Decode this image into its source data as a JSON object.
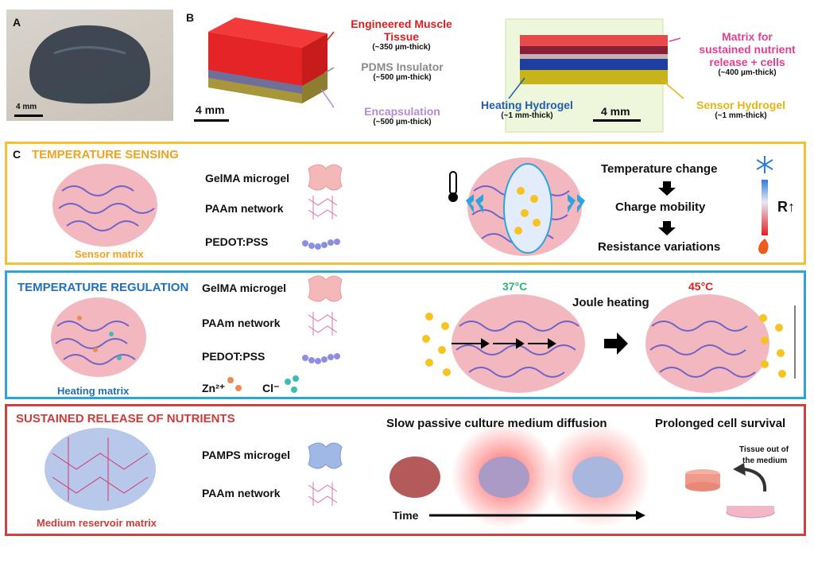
{
  "panel_a": {
    "letter": "A",
    "scale": "4 mm"
  },
  "panel_b": {
    "letter": "B",
    "left": {
      "muscle_title": "Engineered Muscle Tissue",
      "muscle_thick": "(~350 µm-thick)",
      "pdms_title": "PDMS Insulator",
      "pdms_thick": "(~500 µm-thick)",
      "encap_title": "Encapsulation",
      "encap_thick": "(~500 µm-thick)",
      "scale": "4 mm"
    },
    "right": {
      "matrix_title_1": "Matrix for",
      "matrix_title_2": "sustained nutrient",
      "matrix_title_3": "release + cells",
      "matrix_thick": "(~400 µm-thick)",
      "heating_title": "Heating Hydrogel",
      "heating_thick": "(~1 mm-thick)",
      "sensor_title": "Sensor Hydrogel",
      "sensor_thick": "(~1 mm-thick)",
      "scale": "4 mm"
    }
  },
  "panel_c": {
    "letter": "C",
    "sensing": {
      "title": "TEMPERATURE SENSING",
      "matrix_label": "Sensor matrix",
      "legend": [
        "GelMA microgel",
        "PAAm network",
        "PEDOT:PSS"
      ],
      "flow": [
        "Temperature change",
        "Charge mobility",
        "Resistance variations"
      ],
      "r_label": "R↑"
    },
    "regulation": {
      "title": "TEMPERATURE REGULATION",
      "matrix_label": "Heating matrix",
      "legend": [
        "GelMA microgel",
        "PAAm network",
        "PEDOT:PSS"
      ],
      "zn": "Zn²⁺",
      "cl": "Cl⁻",
      "temp_low": "37°C",
      "temp_high": "45°C",
      "joule": "Joule heating"
    },
    "release": {
      "title": "SUSTAINED RELEASE OF NUTRIENTS",
      "matrix_label": "Medium reservoir matrix",
      "legend": [
        "PAMPS microgel",
        "PAAm network"
      ],
      "diffusion": "Slow passive culture medium diffusion",
      "survival": "Prolonged cell survival",
      "tissue_note_1": "Tissue out of",
      "tissue_note_2": "the medium",
      "time": "Time"
    }
  },
  "colors": {
    "sensing_border": "#f3c233",
    "regulation_border": "#2fa4dc",
    "release_border": "#cc4141",
    "sensing_title": "#f0a21e",
    "regulation_title": "#2370b8",
    "release_title": "#d13a3a",
    "muscle_red": "#d91e1e",
    "pdms_gray": "#8a8a8a",
    "encap_purple": "#b48ad6",
    "matrix_pink": "#e0408f",
    "heating_blue": "#1f5fad",
    "sensor_yellow": "#e8b416",
    "temp_green": "#2bb673",
    "temp_red": "#e02020"
  }
}
